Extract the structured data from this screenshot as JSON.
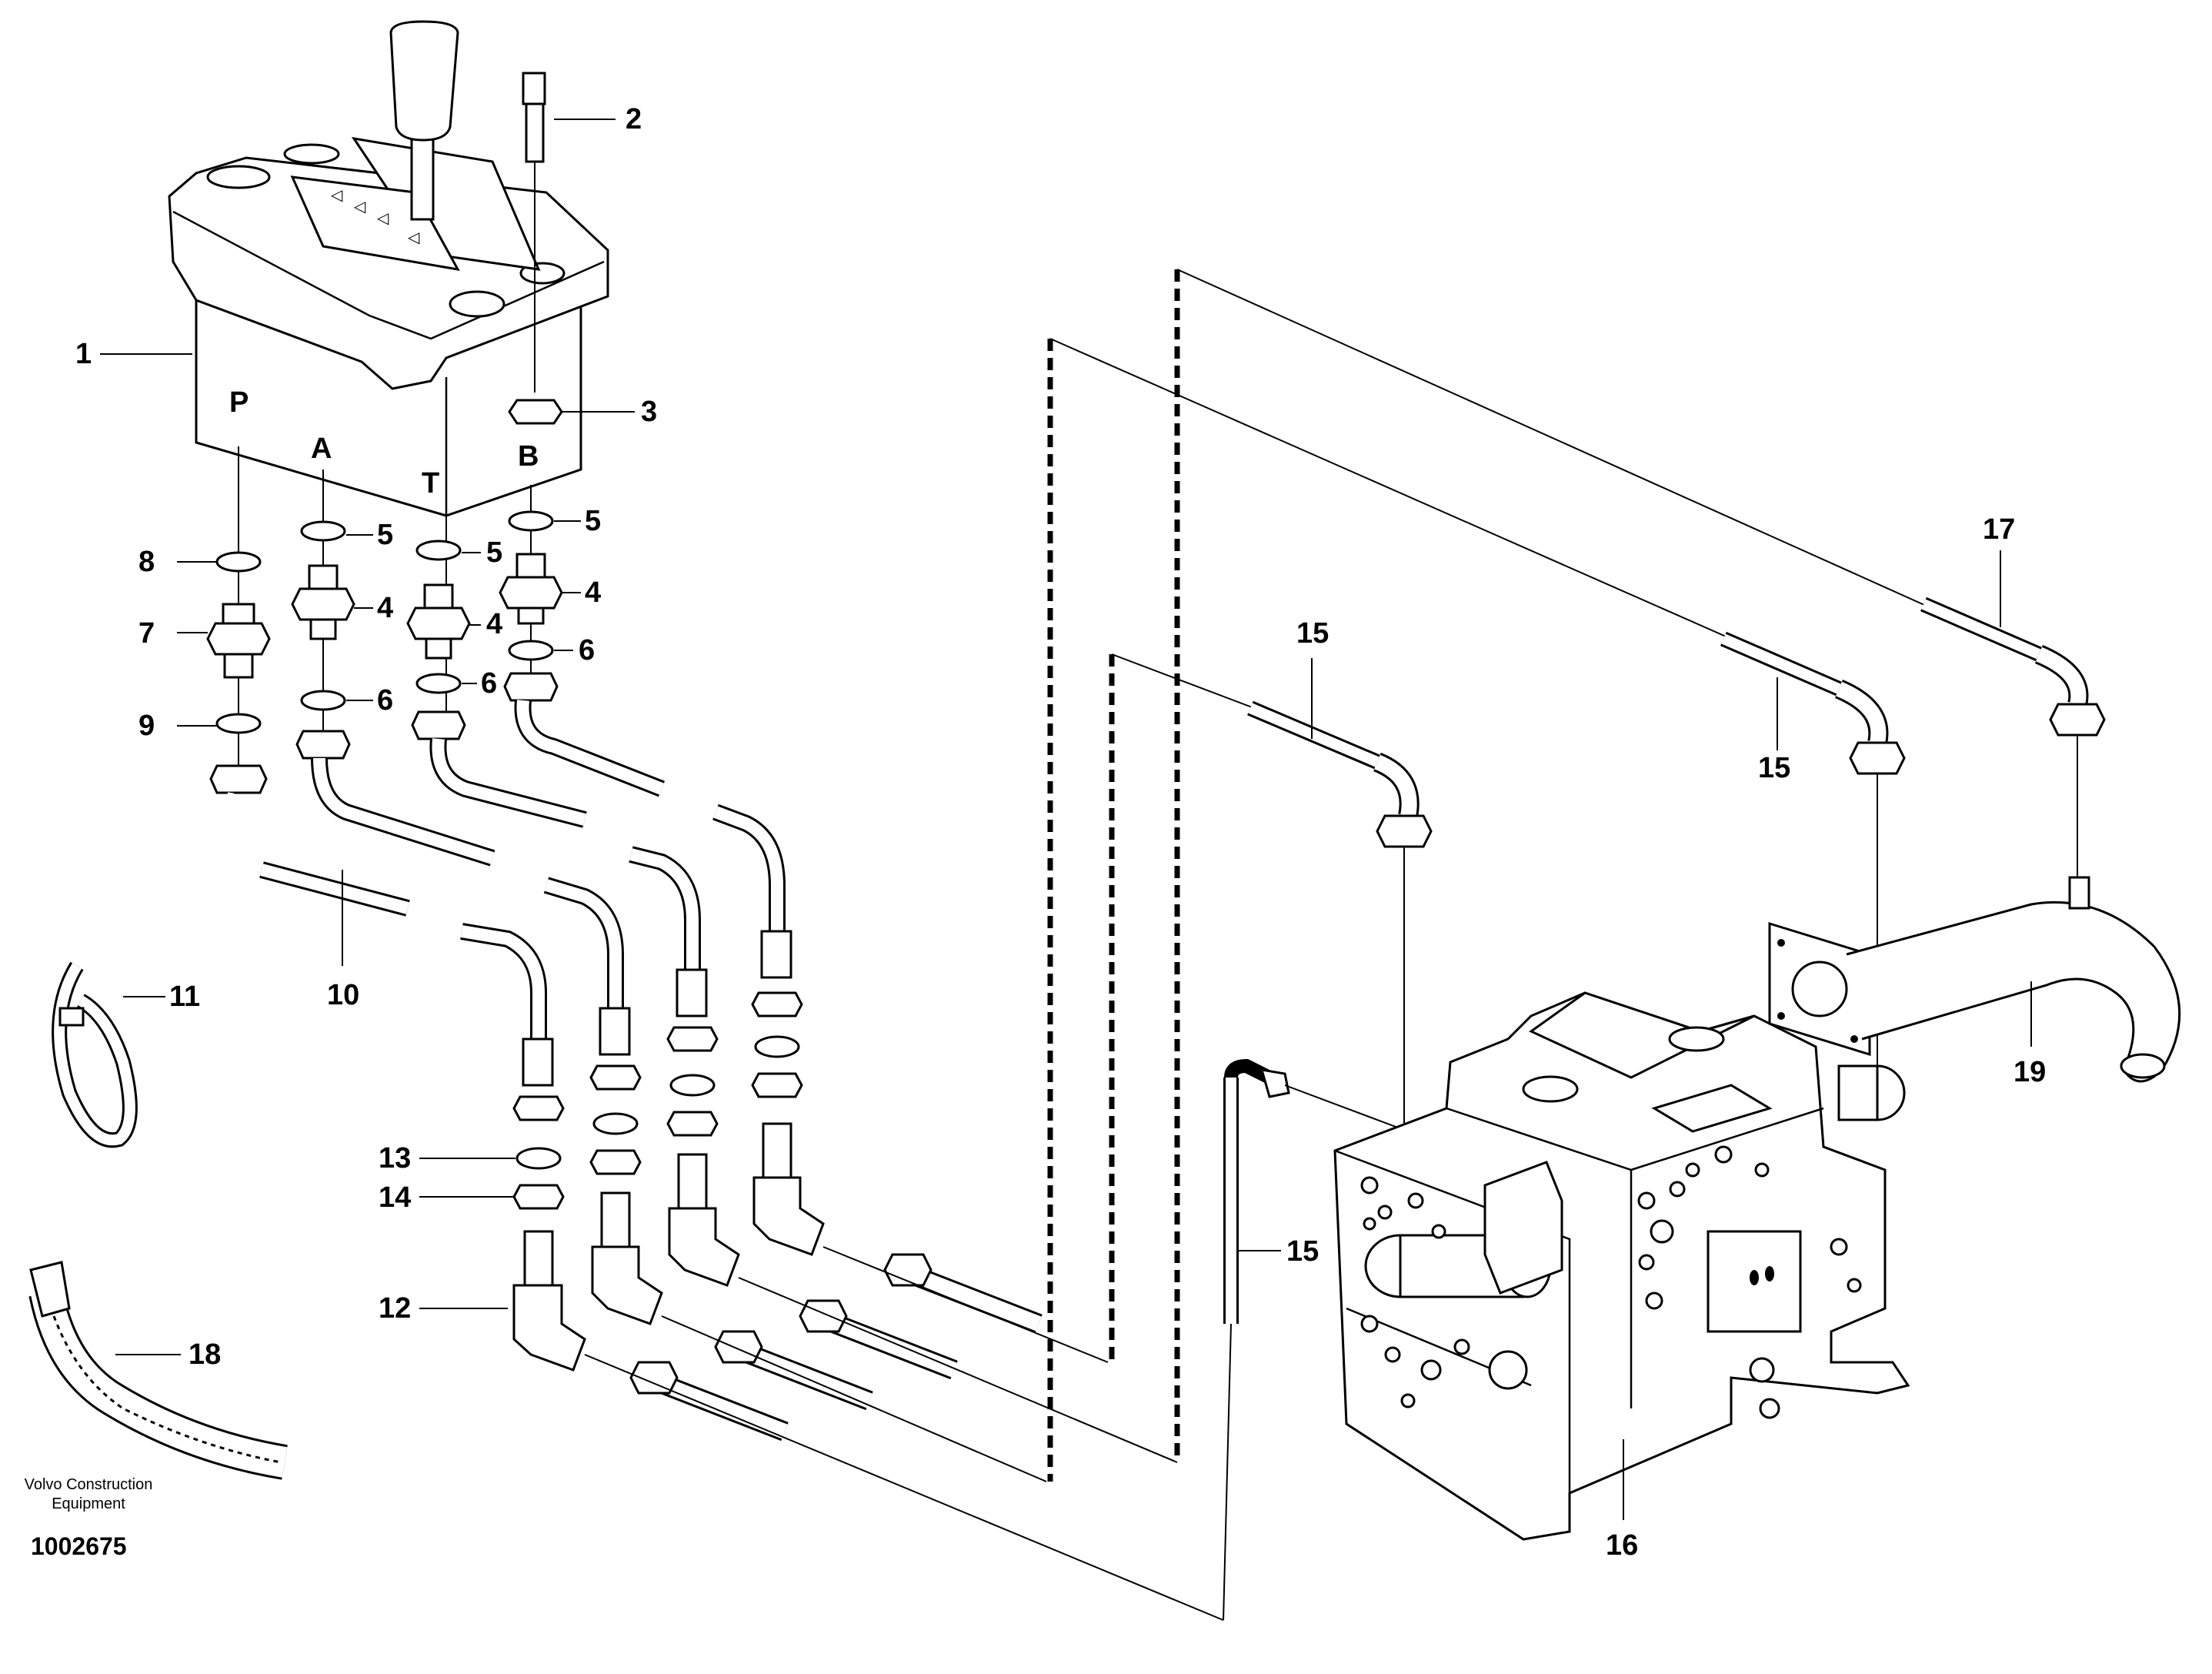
{
  "figure": {
    "ports": [
      "P",
      "A",
      "T",
      "B"
    ],
    "callouts": [
      "1",
      "2",
      "3",
      "4",
      "4",
      "4",
      "5",
      "5",
      "5",
      "5",
      "6",
      "6",
      "6",
      "7",
      "8",
      "9",
      "10",
      "11",
      "12",
      "13",
      "14",
      "15",
      "15",
      "15",
      "15",
      "16",
      "17",
      "18",
      "19"
    ],
    "manufacturer_caption_line1": "Volvo Construction",
    "manufacturer_caption_line2": "Equipment",
    "document_number": "1002675"
  }
}
